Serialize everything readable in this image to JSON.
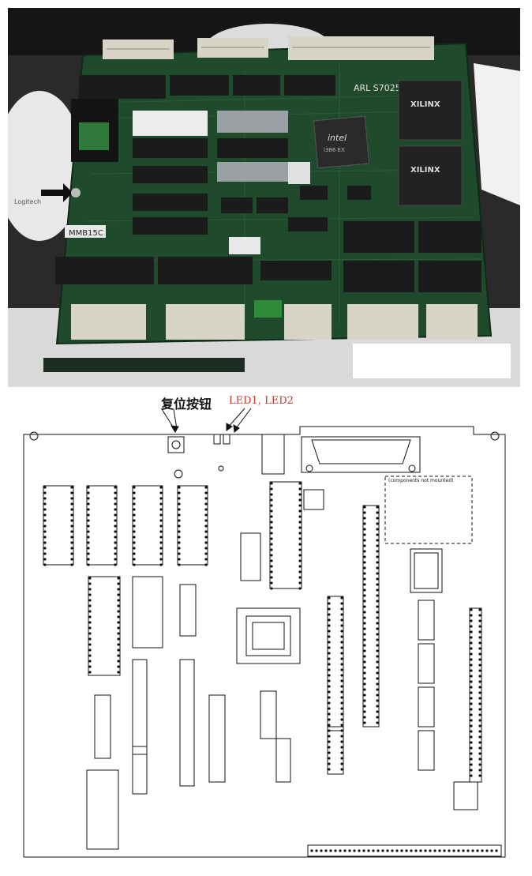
{
  "photo": {
    "chips": {
      "arl_label": "ARL S7025",
      "xilinx_1": "XILINX",
      "xilinx_2": "XILINX",
      "intel_brand": "intel",
      "intel_model": "i386 EX",
      "mmb_sticker": "MMB15C",
      "logitech": "Logitech"
    },
    "colors": {
      "pcb": "#1f4a2c",
      "pcb_dark": "#163a22",
      "chip": "#1b1b1b",
      "connector": "#d9d4c8",
      "background": "#2a2a2a"
    }
  },
  "schematic": {
    "reset_button_label": "复位按钮",
    "led_label": "LED1, LED2",
    "components_note": "(components not mounted)",
    "colors": {
      "outline": "#111111",
      "label_red": "#c0392b"
    }
  }
}
